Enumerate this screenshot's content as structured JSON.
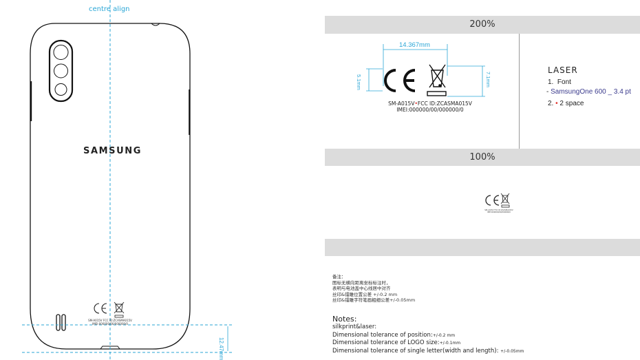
{
  "drawing": {
    "centre_label": "centre align",
    "brand_logo": "SAMSUNG",
    "bottom_dimension": "12.47mm",
    "marking_line1": "SM-A015V FCC ID:ZCASMA015V",
    "marking_line2": "IMEI:000000/00/000000/0",
    "colors": {
      "guide": "#2aa6d6",
      "outline": "#111111"
    }
  },
  "scale_200": {
    "header": "200%",
    "dim_width": "14.367mm",
    "dim_ce_height": "5.1mm",
    "dim_weee_height": "7.1mm",
    "marking_prefix": "SM-A015V",
    "marking_dot": "•",
    "marking_suffix": "FCC ID:ZCASMA015V",
    "marking_line2": "IMEI:000000/00/000000/0",
    "laser": {
      "title": "LASER",
      "item1_num": "1.",
      "item1_label": "Font",
      "font_spec_dash": "-",
      "font_spec": "SamsungOne 600 _ 3.4 pt",
      "item2_num": "2.",
      "item2_dot": "•",
      "item2_label": "2 space"
    }
  },
  "scale_100": {
    "header": "100%",
    "marking_line1": "SM-A015V FCC ID:ZCASMA015V",
    "marking_line2": "IMEI:000000/00/000000/0"
  },
  "blank_band": {
    "header": ""
  },
  "notes_cn": {
    "title": "备注：",
    "lines": [
      "图标无横向距离坐标标注时，",
      "表明与电池盖中心线居中对齐",
      "丝印&镭雕位置公差 +/-0.2 mm",
      "丝印&镭雕字符笔画粗细公差+/-0.05mm"
    ]
  },
  "notes_en": {
    "title": "Notes:",
    "subtitle": "silkprint&laser:",
    "lines": [
      {
        "label": "Dimensional tolerance of position:",
        "value": "+/-0.2 mm"
      },
      {
        "label": "Dimensional tolerance of LOGO size:",
        "value": "+/-0.1mm"
      },
      {
        "label": "Dimensional tolerance of single letter(width and length):",
        "value": "+/-0.05mm"
      }
    ]
  }
}
